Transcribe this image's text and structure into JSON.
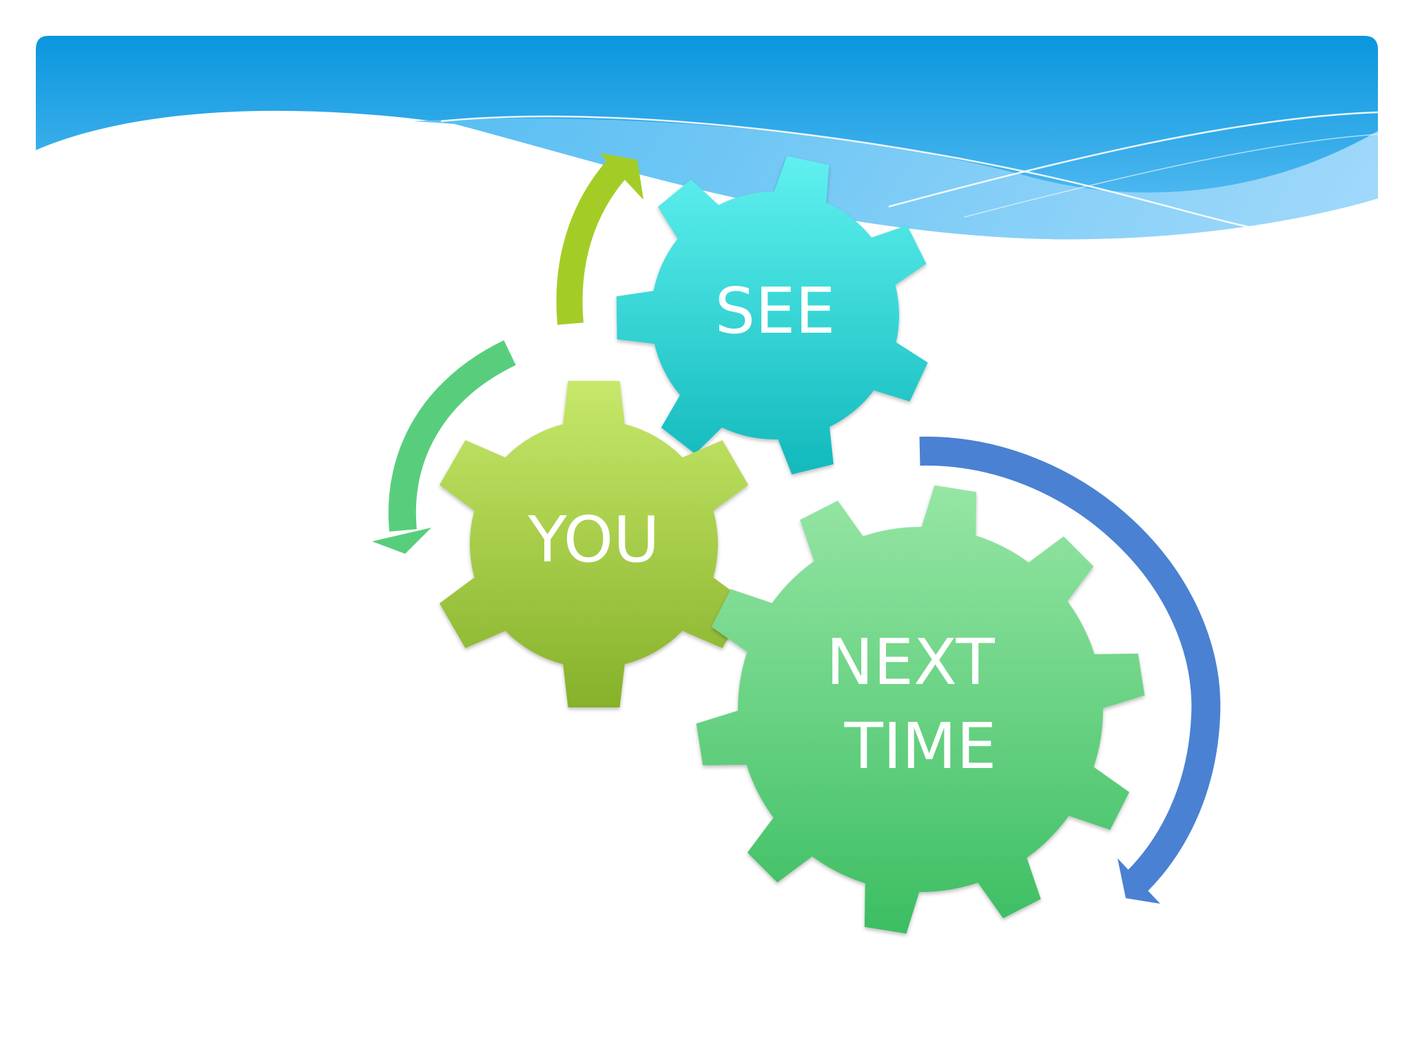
{
  "diagram": {
    "gears": [
      {
        "id": "see",
        "label_lines": [
          "SEE"
        ]
      },
      {
        "id": "you",
        "label_lines": [
          "YOU"
        ]
      },
      {
        "id": "next_time",
        "label_lines": [
          "NEXT",
          "TIME"
        ]
      }
    ]
  },
  "colors": {
    "banner_dark": "#0a96de",
    "banner_light": "#8fd2fb",
    "see_top": "#5ff1ef",
    "see_bottom": "#12b9bc",
    "you_top": "#c7e86a",
    "you_bottom": "#86b12a",
    "next_top": "#96e6a4",
    "next_bottom": "#3cbe62",
    "arrow_lime": "#a3cd26",
    "arrow_green": "#58ce7d",
    "arrow_blue": "#4a81d2"
  }
}
